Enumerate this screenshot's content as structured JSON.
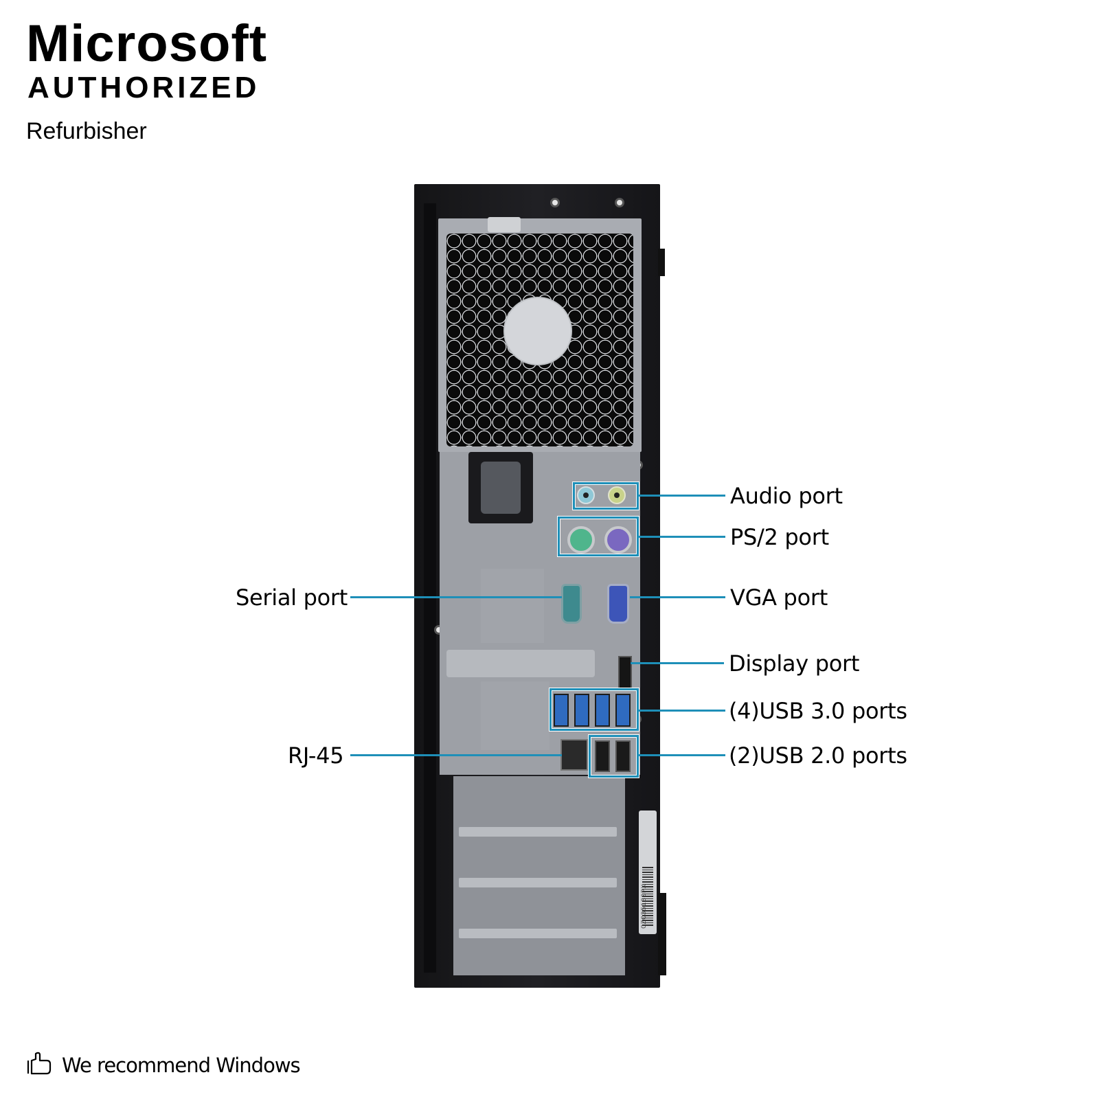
{
  "logo": {
    "brand": "Microsoft",
    "authorized": "AUTHORIZED",
    "subtitle": "Refurbisher"
  },
  "footer": {
    "icon": "thumbs-up-icon",
    "text": "We recommend Windows"
  },
  "product": {
    "view": "rear panel of small form factor desktop tower",
    "sticker_text": "CZC35130PX"
  },
  "callouts": {
    "accent_color": "#1e8fb8",
    "left": [
      {
        "label": "Serial port"
      },
      {
        "label": "RJ-45"
      }
    ],
    "right": [
      {
        "label": "Audio port"
      },
      {
        "label": "PS/2 port"
      },
      {
        "label": "VGA port"
      },
      {
        "label": "Display port"
      },
      {
        "label": "(4)USB 3.0 ports"
      },
      {
        "label": "(2)USB 2.0 ports"
      }
    ]
  }
}
